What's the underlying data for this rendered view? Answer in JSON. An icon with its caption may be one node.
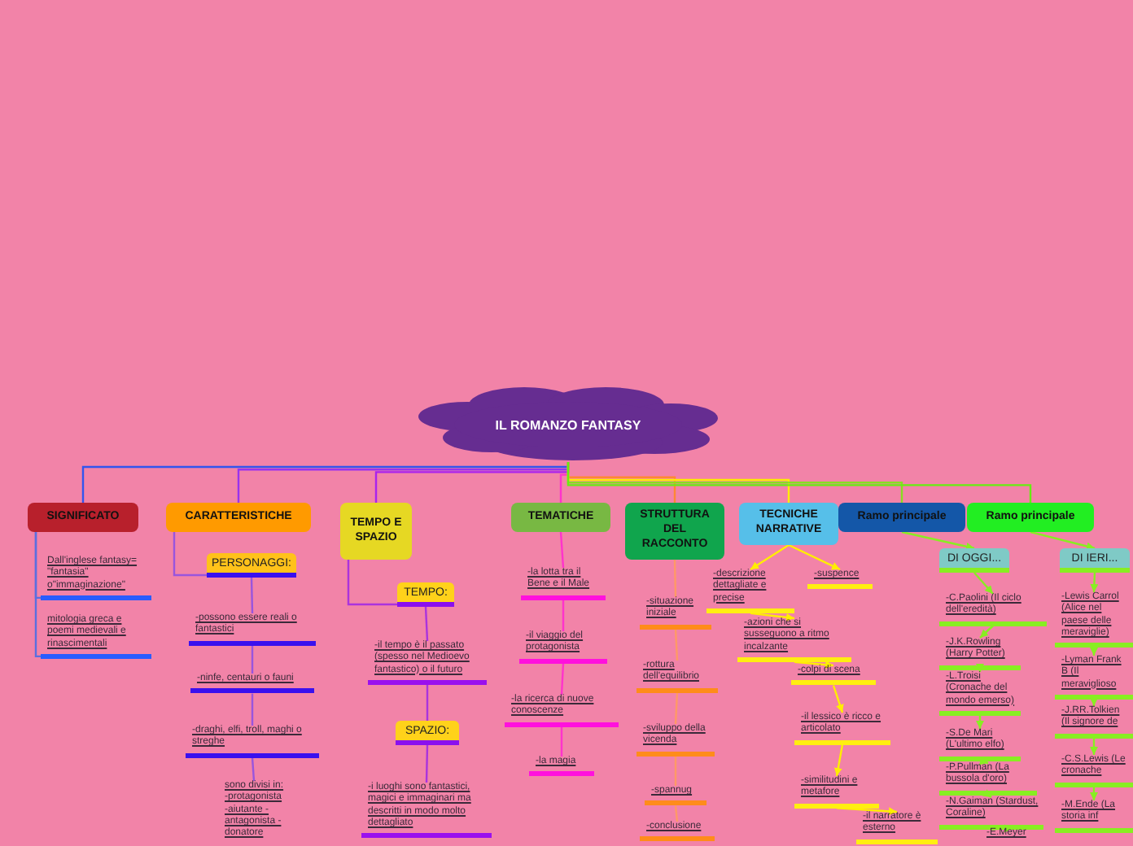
{
  "diagram": {
    "nodes": [
      {
        "text": [
          "IL ROMANZO FANTASY"
        ]
      },
      {
        "text": [
          "SIGNIFICATO"
        ]
      },
      {
        "text": [
          "Dall'inglese fantasy= \"fantasia\" o\"immaginazione\""
        ]
      },
      {
        "text": [
          "mitologia greca e poemi medievali e rinascimentali"
        ]
      },
      {
        "text": [
          "CARATTERISTICHE"
        ]
      },
      {
        "text": [
          "PERSONAGGI:"
        ]
      },
      {
        "text": [
          "-possono essere reali o fantastici"
        ]
      },
      {
        "text": [
          "-ninfe, centauri o fauni"
        ]
      },
      {
        "text": [
          "-draghi, elfi, troll, maghi o streghe"
        ]
      },
      {
        "text": [
          "sono divisi in: -protagonista -aiutante -antagonista -donatore"
        ]
      },
      {
        "text": [
          "TEMPO E SPAZIO"
        ]
      },
      {
        "text": [
          "TEMPO:"
        ]
      },
      {
        "text": [
          "-il tempo è il passato (spesso nel Medioevo fantastico) o il futuro"
        ]
      },
      {
        "text": [
          "SPAZIO:"
        ]
      },
      {
        "text": [
          "-i luoghi sono fantastici, magici e immaginari ma descritti in modo molto dettagliato"
        ]
      },
      {
        "text": [
          "TEMATICHE"
        ]
      },
      {
        "text": [
          "-la lotta tra il Bene e il Male"
        ]
      },
      {
        "text": [
          "-il viaggio del protagonista"
        ]
      },
      {
        "text": [
          "-la ricerca di nuove conoscenze"
        ]
      },
      {
        "text": [
          "-la magia"
        ]
      },
      {
        "text": [
          "STRUTTURA DEL RACCONTO"
        ]
      },
      {
        "text": [
          "-situazione iniziale"
        ]
      },
      {
        "text": [
          "-rottura dell'equilibrio"
        ]
      },
      {
        "text": [
          "-sviluppo della vicenda"
        ]
      },
      {
        "text": [
          "-spannug"
        ]
      },
      {
        "text": [
          "-conclusione"
        ]
      },
      {
        "text": [
          "TECNICHE NARRATIVE"
        ]
      },
      {
        "text": [
          "-descrizione dettagliate e precise"
        ]
      },
      {
        "text": [
          "-suspence"
        ]
      },
      {
        "text": [
          "-azioni che si susseguono a ritmo incalzante"
        ]
      },
      {
        "text": [
          "-colpi di scena"
        ]
      },
      {
        "text": [
          "-il lessico è ricco e articolato"
        ]
      },
      {
        "text": [
          "-similitudini e metafore"
        ]
      },
      {
        "text": [
          "-il narratore è esterno"
        ]
      },
      {
        "text": [
          "Ramo principale"
        ]
      },
      {
        "text": [
          "Ramo principale"
        ]
      },
      {
        "text": [
          "DI OGGI..."
        ]
      },
      {
        "text": [
          "DI IERI..."
        ]
      },
      {
        "text": [
          "-C.Paolini (Il ciclo dell'eredità)"
        ]
      },
      {
        "text": [
          "-J.K.Rowling (Harry Potter)"
        ]
      },
      {
        "text": [
          "-L.Troisi (Cronache del mondo emerso)"
        ]
      },
      {
        "text": [
          "-S.De Mari (L'ultimo elfo)"
        ]
      },
      {
        "text": [
          "-P.Pullman (La bussola d'oro)"
        ]
      },
      {
        "text": [
          "-N.Gaiman (Stardust, Coraline)"
        ]
      },
      {
        "text": [
          "-E.Meyer"
        ]
      },
      {
        "text": [
          "-Lewis Carrol (Alice nel paese delle meraviglie)"
        ]
      },
      {
        "text": [
          "-Lyman Frank B (Il meraviglioso"
        ]
      },
      {
        "text": [
          "-J.RR.Tolkien (Il signore de"
        ]
      },
      {
        "text": [
          "-C.S.Lewis (Le cronache"
        ]
      },
      {
        "text": [
          "-M.Ende (La storia inf"
        ]
      }
    ],
    "edges": [
      {
        "from": 0,
        "to": 1,
        "arrow": "none",
        "color": "#3355ee"
      },
      {
        "from": 0,
        "to": 4,
        "arrow": "none",
        "color": "#9933ee"
      },
      {
        "from": 0,
        "to": 10,
        "arrow": "none",
        "color": "#aa22ee"
      },
      {
        "from": 0,
        "to": 15,
        "arrow": "none",
        "color": "#ff33cc"
      },
      {
        "from": 0,
        "to": 20,
        "arrow": "none",
        "color": "#ff8833"
      },
      {
        "from": 0,
        "to": 26,
        "arrow": "none",
        "color": "#ffee00"
      },
      {
        "from": 0,
        "to": 34,
        "arrow": "none",
        "color": "#88dd22"
      },
      {
        "from": 0,
        "to": 35,
        "arrow": "none",
        "color": "#66ee11"
      },
      {
        "from": 1,
        "to": 2,
        "arrow": "none",
        "color": "#5a6fe0"
      },
      {
        "from": 1,
        "to": 3,
        "arrow": "none",
        "color": "#5a6fe0"
      },
      {
        "from": 4,
        "to": 5,
        "arrow": "none",
        "color": "#9955dd"
      },
      {
        "from": 5,
        "to": 6,
        "arrow": "none",
        "color": "#9955dd"
      },
      {
        "from": 6,
        "to": 7,
        "arrow": "none",
        "color": "#9955dd"
      },
      {
        "from": 7,
        "to": 8,
        "arrow": "none",
        "color": "#9955dd"
      },
      {
        "from": 8,
        "to": 9,
        "arrow": "none",
        "color": "#9955dd"
      },
      {
        "from": 10,
        "to": 11,
        "arrow": "none",
        "color": "#aa33dd"
      },
      {
        "from": 11,
        "to": 12,
        "arrow": "none",
        "color": "#aa33dd"
      },
      {
        "from": 12,
        "to": 13,
        "arrow": "none",
        "color": "#aa33dd"
      },
      {
        "from": 13,
        "to": 14,
        "arrow": "none",
        "color": "#aa33dd"
      },
      {
        "from": 15,
        "to": 16,
        "arrow": "none",
        "color": "#ff33cc"
      },
      {
        "from": 16,
        "to": 17,
        "arrow": "none",
        "color": "#ff33cc"
      },
      {
        "from": 17,
        "to": 18,
        "arrow": "none",
        "color": "#ff33cc"
      },
      {
        "from": 18,
        "to": 19,
        "arrow": "none",
        "color": "#ff33cc"
      },
      {
        "from": 20,
        "to": 21,
        "arrow": "none",
        "color": "#ff9966"
      },
      {
        "from": 21,
        "to": 22,
        "arrow": "none",
        "color": "#ff9966"
      },
      {
        "from": 22,
        "to": 23,
        "arrow": "none",
        "color": "#ff9966"
      },
      {
        "from": 23,
        "to": 24,
        "arrow": "none",
        "color": "#ff9966"
      },
      {
        "from": 24,
        "to": 25,
        "arrow": "none",
        "color": "#ff9966"
      },
      {
        "from": 26,
        "to": 27,
        "arrow": "to",
        "color": "#ffee00"
      },
      {
        "from": 26,
        "to": 28,
        "arrow": "to",
        "color": "#ffee00"
      },
      {
        "from": 27,
        "to": 29,
        "arrow": "to",
        "color": "#ffee00"
      },
      {
        "from": 29,
        "to": 30,
        "arrow": "to",
        "color": "#ffee00"
      },
      {
        "from": 30,
        "to": 31,
        "arrow": "to",
        "color": "#ffee00"
      },
      {
        "from": 31,
        "to": 32,
        "arrow": "to",
        "color": "#ffee00"
      },
      {
        "from": 32,
        "to": 33,
        "arrow": "to",
        "color": "#ffee00"
      },
      {
        "from": 34,
        "to": 36,
        "arrow": "to",
        "color": "#88ee22"
      },
      {
        "from": 35,
        "to": 37,
        "arrow": "to",
        "color": "#88ee22"
      },
      {
        "from": 36,
        "to": 38,
        "arrow": "to",
        "color": "#88ee22"
      },
      {
        "from": 38,
        "to": 39,
        "arrow": "to",
        "color": "#88ee22"
      },
      {
        "from": 39,
        "to": 40,
        "arrow": "to",
        "color": "#88ee22"
      },
      {
        "from": 40,
        "to": 41,
        "arrow": "to",
        "color": "#88ee22"
      },
      {
        "from": 41,
        "to": 42,
        "arrow": "to",
        "color": "#88ee22"
      },
      {
        "from": 42,
        "to": 43,
        "arrow": "to",
        "color": "#88ee22"
      },
      {
        "from": 43,
        "to": 44,
        "arrow": "to",
        "color": "#88ee22"
      },
      {
        "from": 37,
        "to": 45,
        "arrow": "to",
        "color": "#88ee22"
      },
      {
        "from": 45,
        "to": 46,
        "arrow": "to",
        "color": "#88ee22"
      },
      {
        "from": 46,
        "to": 47,
        "arrow": "to",
        "color": "#88ee22"
      },
      {
        "from": 47,
        "to": 48,
        "arrow": "to",
        "color": "#88ee22"
      },
      {
        "from": 48,
        "to": 49,
        "arrow": "to",
        "color": "#88ee22"
      }
    ]
  }
}
